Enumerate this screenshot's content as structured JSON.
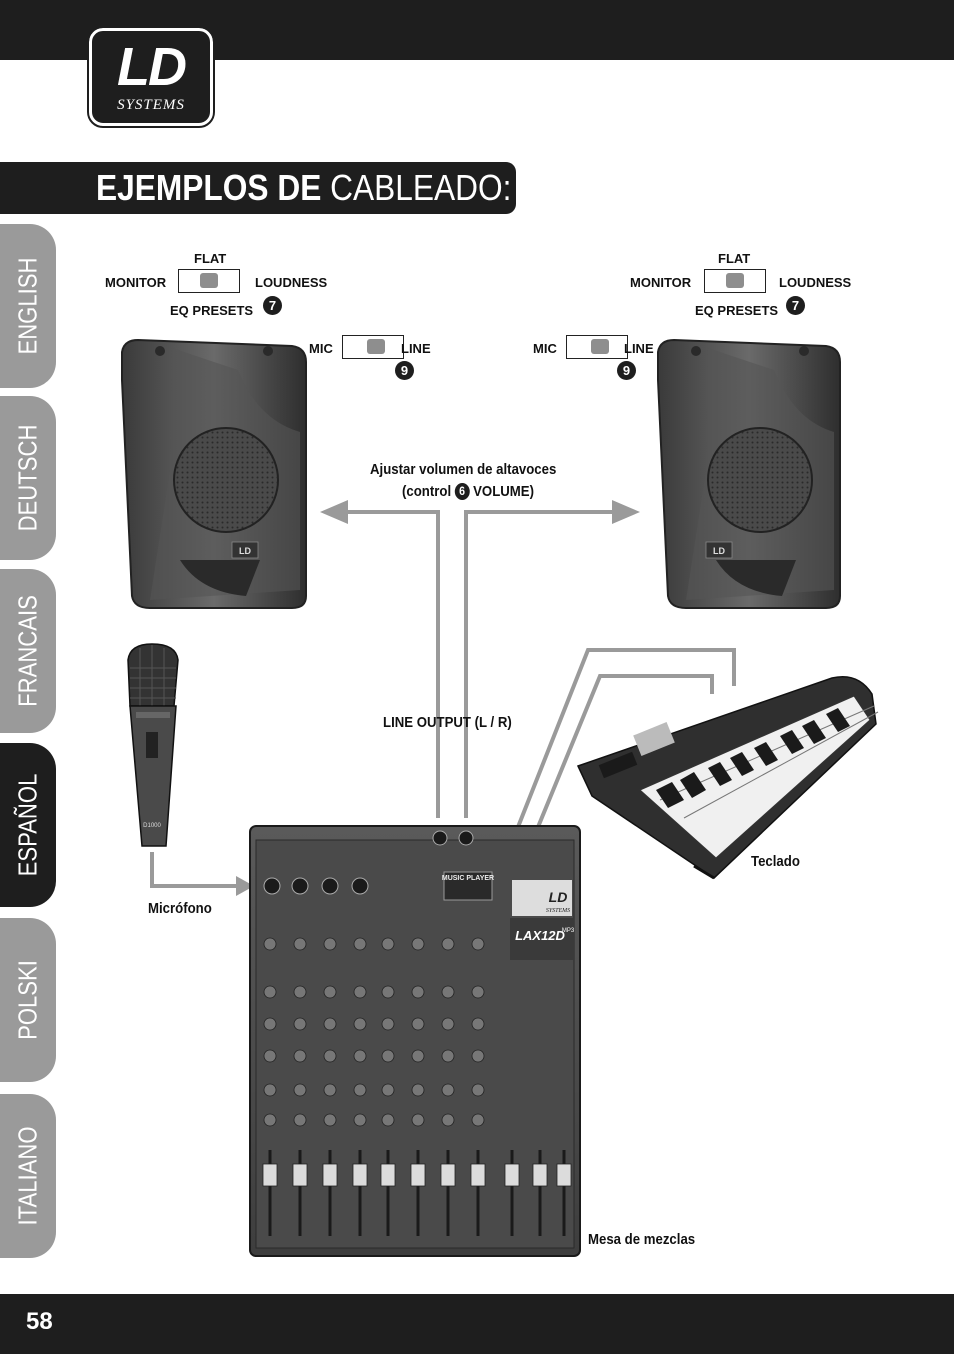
{
  "brand": {
    "logo_main": "LD",
    "logo_sub": "SYSTEMS"
  },
  "title": {
    "bold": "EJEMPLOS DE",
    "light": "CABLEADO:"
  },
  "languages": [
    {
      "label": "ENGLISH",
      "active": false
    },
    {
      "label": "DEUTSCH",
      "active": false
    },
    {
      "label": "FRANCAIS",
      "active": false
    },
    {
      "label": "ESPAÑOL",
      "active": true
    },
    {
      "label": "POLSKI",
      "active": false
    },
    {
      "label": "ITALIANO",
      "active": false
    }
  ],
  "speaker_left": {
    "flat": "FLAT",
    "monitor": "MONITOR",
    "loudness": "LOUDNESS",
    "eq_presets": "EQ PRESETS",
    "eq_badge": "7",
    "mic": "MIC",
    "line": "LINE",
    "mic_badge": "9",
    "speaker_logo": "LD"
  },
  "speaker_right": {
    "flat": "FLAT",
    "monitor": "MONITOR",
    "loudness": "LOUDNESS",
    "eq_presets": "EQ PRESETS",
    "eq_badge": "7",
    "mic": "MIC",
    "line": "LINE",
    "mic_badge": "9",
    "speaker_logo": "LD"
  },
  "volume_note": {
    "line1": "Ajustar volumen de altavoces",
    "line2_pre": "(control",
    "badge": "6",
    "line2_post": "VOLUME)"
  },
  "line_output": "LINE OUTPUT (L / R)",
  "microphone": {
    "label": "Micrófono",
    "model": "D1000"
  },
  "keyboard": {
    "label": "Teclado"
  },
  "mixer": {
    "label": "Mesa de mezclas",
    "model": "LAX12D",
    "model_sub": "MP3",
    "display": "MUSIC PLAYER",
    "brand": "LD",
    "brand_sub": "SYSTEMS"
  },
  "page_number": "58",
  "colors": {
    "dark": "#1e1e1e",
    "tab_gray": "#9a9a9a",
    "cable_gray": "#9a9a9a"
  }
}
